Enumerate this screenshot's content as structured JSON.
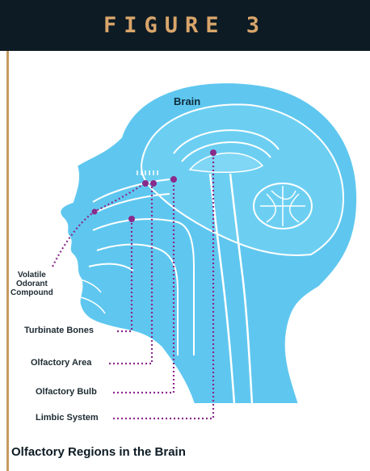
{
  "figure": {
    "heading": "FIGURE 3",
    "brain_label": "Brain",
    "volatile_label": [
      "Volatile",
      "Odorant",
      "Compound"
    ],
    "labels": {
      "turbinate": "Turbinate Bones",
      "olfactory_area": "Olfactory Area",
      "olfactory_bulb": "Olfactory Bulb",
      "limbic": "Limbic System"
    },
    "caption": "Olfactory Regions in the Brain"
  },
  "colors": {
    "header_bg": "#0d1b24",
    "header_text": "#d8a56a",
    "head_fill": "#5fc7ef",
    "leader_line": "#8a2a8a",
    "side_rule": "#c79a5e"
  }
}
